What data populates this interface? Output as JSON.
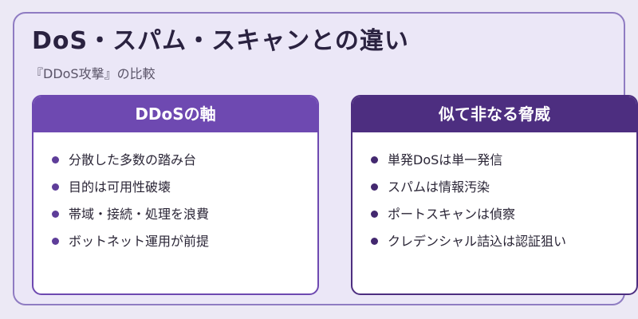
{
  "header": {
    "title": "DoS・スパム・スキャンとの違い",
    "subtitle": "『DDoS攻撃』の比較"
  },
  "cards": [
    {
      "heading": "DDoSの軸",
      "color": "#6e49b1",
      "items": [
        "分散した多数の踏み台",
        "目的は可用性破壊",
        "帯域・接続・処理を浪費",
        "ボットネット運用が前提"
      ]
    },
    {
      "heading": "似て非なる脅威",
      "color": "#4d2e80",
      "items": [
        "単発DoSは単一発信",
        "スパムは情報汚染",
        "ポートスキャンは偵察",
        "クレデンシャル詰込は認証狙い"
      ]
    }
  ]
}
